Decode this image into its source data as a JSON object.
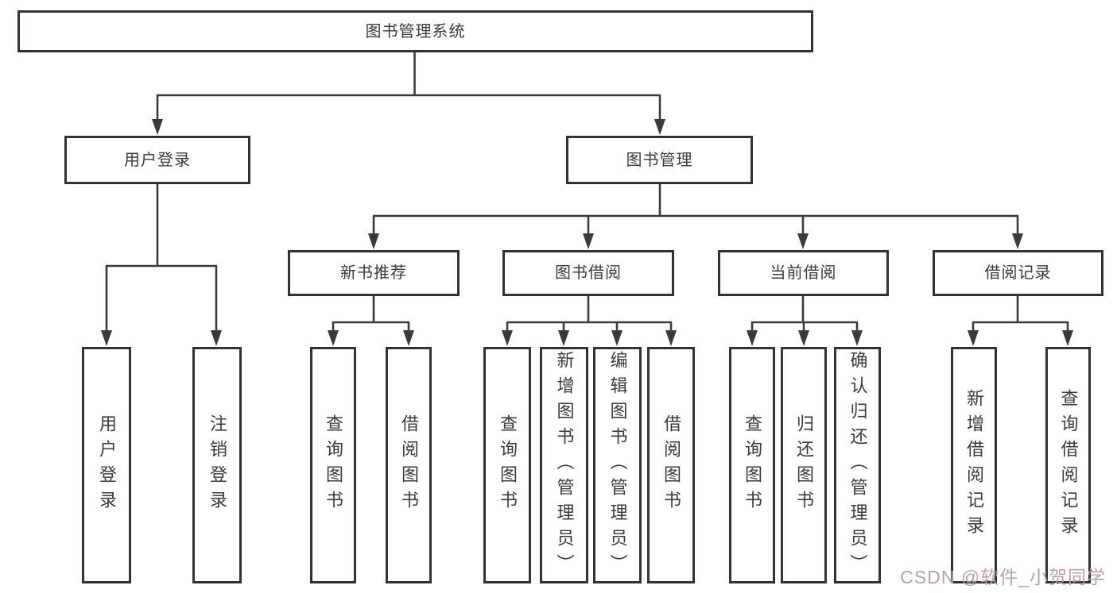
{
  "diagram": {
    "root": {
      "label": "图书管理系统"
    },
    "level2": [
      {
        "id": "user-login",
        "label": "用户登录"
      },
      {
        "id": "book-management",
        "label": "图书管理"
      }
    ],
    "level3": [
      {
        "id": "new-book-recommend",
        "label": "新书推荐"
      },
      {
        "id": "book-borrow",
        "label": "图书借阅"
      },
      {
        "id": "current-borrow",
        "label": "当前借阅"
      },
      {
        "id": "borrow-records",
        "label": "借阅记录"
      }
    ],
    "leaves": [
      {
        "id": "leaf-user-login",
        "label": "用户登录"
      },
      {
        "id": "leaf-logout",
        "label": "注销登录"
      },
      {
        "id": "leaf-query-books-1",
        "label": "查询图书"
      },
      {
        "id": "leaf-borrow-books-1",
        "label": "借阅图书"
      },
      {
        "id": "leaf-query-books-2",
        "label": "查询图书"
      },
      {
        "id": "leaf-add-books-admin",
        "label": "新增图书（管理员）"
      },
      {
        "id": "leaf-edit-books-admin",
        "label": "编辑图书（管理员）"
      },
      {
        "id": "leaf-borrow-books-2",
        "label": "借阅图书"
      },
      {
        "id": "leaf-query-books-3",
        "label": "查询图书"
      },
      {
        "id": "leaf-return-books",
        "label": "归还图书"
      },
      {
        "id": "leaf-confirm-return-admin",
        "label": "确认归还（管理员）"
      },
      {
        "id": "leaf-add-borrow-record",
        "label": "新增借阅记录"
      },
      {
        "id": "leaf-query-borrow-record",
        "label": "查询借阅记录"
      }
    ],
    "watermark": "CSDN @软件_小贺同学",
    "colors": {
      "line": "#3a3a3a",
      "box_border": "#333333",
      "text": "#3a3a3a",
      "watermark": "#b8a4a4"
    }
  }
}
